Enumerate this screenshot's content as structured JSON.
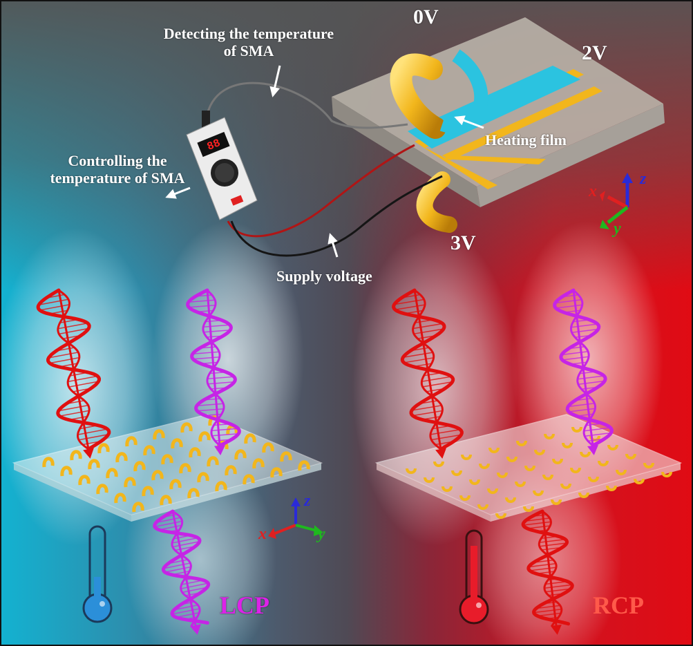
{
  "labels": {
    "v0": "0V",
    "v2": "2V",
    "v3": "3V",
    "detecting": "Detecting the temperature of SMA",
    "controlling": "Controlling the temperature of SMA",
    "heating_film": "Heating film",
    "supply_voltage": "Supply voltage",
    "lcp": "LCP",
    "rcp": "RCP"
  },
  "controller_display": "88",
  "axes": {
    "x": "x",
    "y": "y",
    "z": "z"
  },
  "colors": {
    "cold": "#13b2d1",
    "hot": "#e00b14",
    "wave_red": "#e01010",
    "wave_magenta": "#c624e6",
    "gold": "#f2b61c",
    "heating_film": "#2bc3e0",
    "lcp_text": "#dd22e8",
    "rcp_text": "#ff5a4a"
  },
  "icons": [
    "thermometer-cold-icon",
    "thermometer-hot-icon",
    "temperature-controller-icon",
    "coordinate-axes-icon"
  ]
}
